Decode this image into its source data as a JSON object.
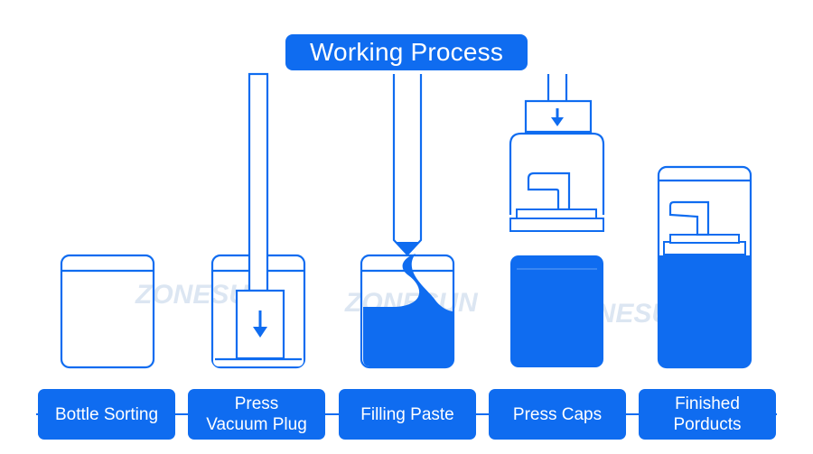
{
  "title": "Working Process",
  "watermark": "ZONESUN",
  "colors": {
    "accent": "#0f6cf0",
    "background": "#ffffff",
    "watermark": "#dce6f2"
  },
  "steps": [
    {
      "label": "Bottle Sorting",
      "icon": "empty-bottle-icon"
    },
    {
      "label_line1": "Press",
      "label_line2": "Vacuum Plug",
      "icon": "press-vacuum-plug-icon"
    },
    {
      "label": "Filling Paste",
      "icon": "filling-nozzle-icon"
    },
    {
      "label": "Press Caps",
      "icon": "press-cap-icon"
    },
    {
      "label_line1": "Finished",
      "label_line2": "Porducts",
      "icon": "finished-product-icon"
    }
  ]
}
